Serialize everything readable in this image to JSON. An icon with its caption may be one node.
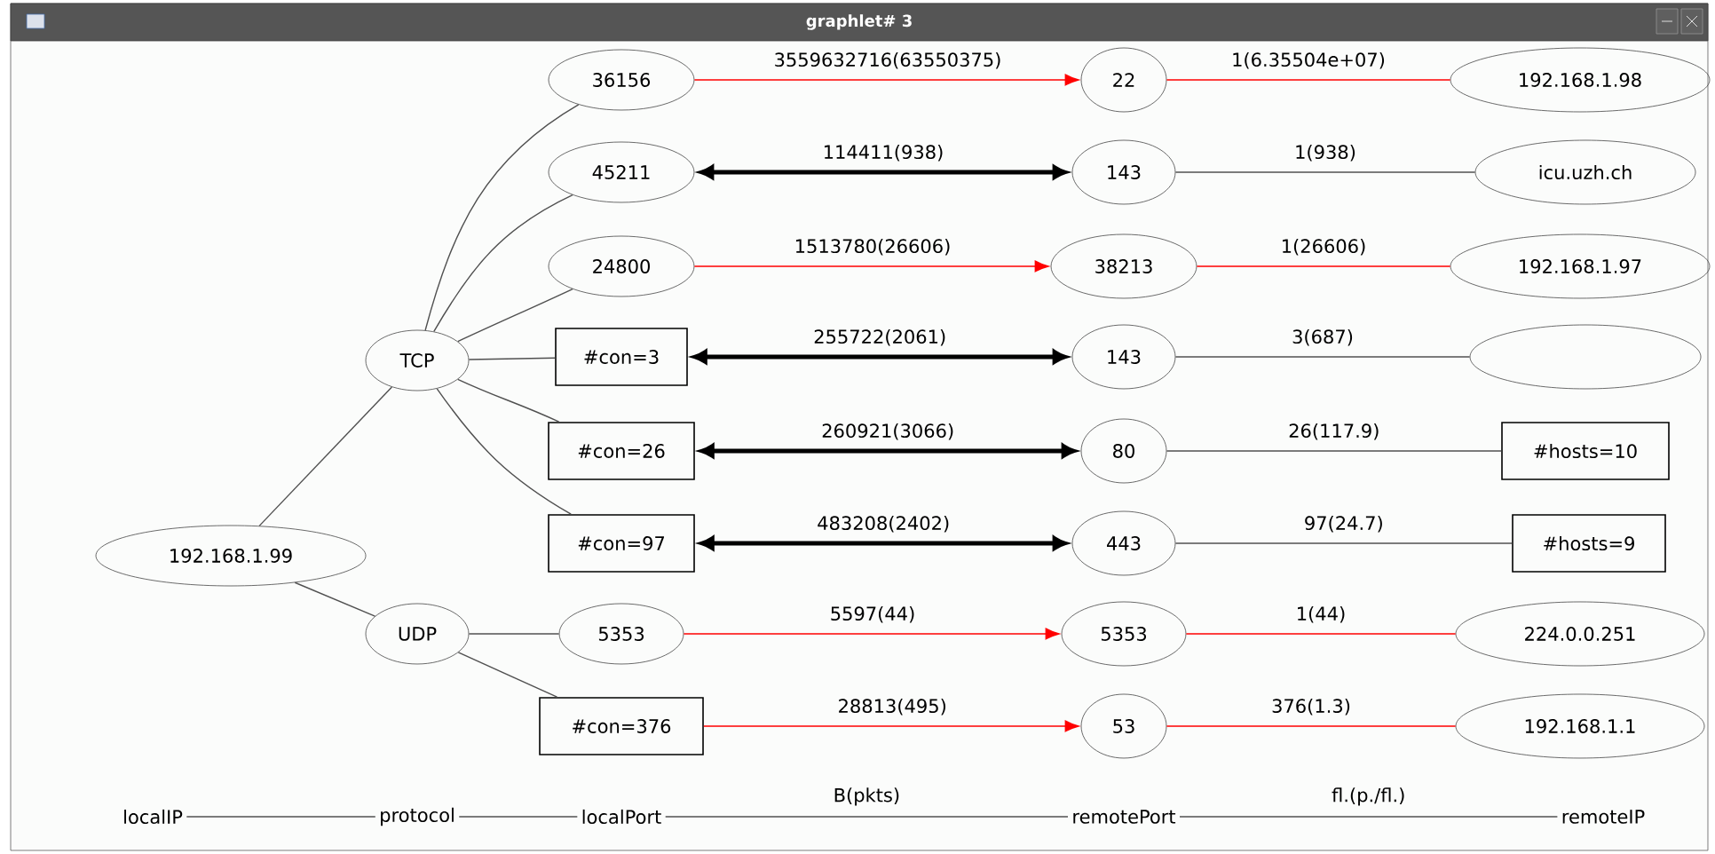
{
  "diagram": {
    "title": "graphlet# 3",
    "nodes": [
      {
        "text": [
          "192.168.1.99"
        ]
      },
      {
        "text": [
          "TCP"
        ]
      },
      {
        "text": [
          "UDP"
        ]
      },
      {
        "text": [
          "36156"
        ]
      },
      {
        "text": [
          "45211"
        ]
      },
      {
        "text": [
          "24800"
        ]
      },
      {
        "text": [
          "#con=3"
        ]
      },
      {
        "text": [
          "#con=26"
        ]
      },
      {
        "text": [
          "#con=97"
        ]
      },
      {
        "text": [
          "5353"
        ]
      },
      {
        "text": [
          "#con=376"
        ]
      },
      {
        "text": [
          "22"
        ]
      },
      {
        "text": [
          "143"
        ]
      },
      {
        "text": [
          "38213"
        ]
      },
      {
        "text": [
          "143"
        ]
      },
      {
        "text": [
          "80"
        ]
      },
      {
        "text": [
          "443"
        ]
      },
      {
        "text": [
          "5353"
        ]
      },
      {
        "text": [
          "53"
        ]
      },
      {
        "text": [
          "192.168.1.98"
        ]
      },
      {
        "text": [
          "icu.uzh.ch"
        ]
      },
      {
        "text": [
          "192.168.1.97"
        ]
      },
      {
        "text": [],
        "shape": "ellipse"
      },
      {
        "text": [
          "#hosts=10"
        ]
      },
      {
        "text": [
          "#hosts=9"
        ]
      },
      {
        "text": [
          "224.0.0.251"
        ]
      },
      {
        "text": [
          "192.168.1.1"
        ]
      },
      {
        "text": [
          "localIP"
        ]
      },
      {
        "text": [
          "protocol"
        ]
      },
      {
        "text": [
          "localPort"
        ]
      },
      {
        "text": [
          "remotePort"
        ]
      },
      {
        "text": [
          "remoteIP"
        ]
      }
    ],
    "edges": [
      {
        "from": 0,
        "to": 1,
        "arrow": "none"
      },
      {
        "from": 0,
        "to": 2,
        "arrow": "none"
      },
      {
        "from": 1,
        "to": 3,
        "arrow": "none"
      },
      {
        "from": 1,
        "to": 4,
        "arrow": "none"
      },
      {
        "from": 1,
        "to": 5,
        "arrow": "none"
      },
      {
        "from": 1,
        "to": 6,
        "arrow": "none"
      },
      {
        "from": 1,
        "to": 7,
        "arrow": "none"
      },
      {
        "from": 1,
        "to": 8,
        "arrow": "none"
      },
      {
        "from": 2,
        "to": 9,
        "arrow": "none"
      },
      {
        "from": 2,
        "to": 10,
        "arrow": "none"
      },
      {
        "from": 3,
        "to": 11,
        "arrow": "to",
        "label": "3559632716(63550375)",
        "color": "#ff0000"
      },
      {
        "from": 4,
        "to": 12,
        "arrow": "both",
        "label": "114411(938)",
        "style": "thick",
        "color": "#000000"
      },
      {
        "from": 5,
        "to": 13,
        "arrow": "to",
        "label": "1513780(26606)",
        "color": "#ff0000"
      },
      {
        "from": 6,
        "to": 14,
        "arrow": "both",
        "label": "255722(2061)",
        "style": "thick",
        "color": "#000000"
      },
      {
        "from": 7,
        "to": 15,
        "arrow": "both",
        "label": "260921(3066)",
        "style": "thick",
        "color": "#000000"
      },
      {
        "from": 8,
        "to": 16,
        "arrow": "both",
        "label": "483208(2402)",
        "style": "thick",
        "color": "#000000"
      },
      {
        "from": 9,
        "to": 17,
        "arrow": "to",
        "label": "5597(44)",
        "color": "#ff0000"
      },
      {
        "from": 10,
        "to": 18,
        "arrow": "to",
        "label": "28813(495)",
        "color": "#ff0000"
      },
      {
        "from": 11,
        "to": 19,
        "arrow": "none",
        "label": "1(6.35504e+07)",
        "color": "#ff0000"
      },
      {
        "from": 12,
        "to": 20,
        "arrow": "none",
        "label": "1(938)"
      },
      {
        "from": 13,
        "to": 21,
        "arrow": "none",
        "label": "1(26606)",
        "color": "#ff0000"
      },
      {
        "from": 14,
        "to": 22,
        "arrow": "none",
        "label": "3(687)"
      },
      {
        "from": 15,
        "to": 23,
        "arrow": "none",
        "label": "26(117.9)"
      },
      {
        "from": 16,
        "to": 24,
        "arrow": "none",
        "label": "97(24.7)"
      },
      {
        "from": 17,
        "to": 25,
        "arrow": "none",
        "label": "1(44)",
        "color": "#ff0000"
      },
      {
        "from": 18,
        "to": 26,
        "arrow": "none",
        "label": "376(1.3)",
        "color": "#ff0000"
      },
      {
        "from": 27,
        "to": 28,
        "arrow": "none"
      },
      {
        "from": 28,
        "to": 29,
        "arrow": "none"
      },
      {
        "from": 29,
        "to": 30,
        "arrow": "none",
        "label": "B(pkts)"
      },
      {
        "from": 30,
        "to": 31,
        "arrow": "none",
        "label": "fl.(p./fl.)"
      }
    ]
  }
}
